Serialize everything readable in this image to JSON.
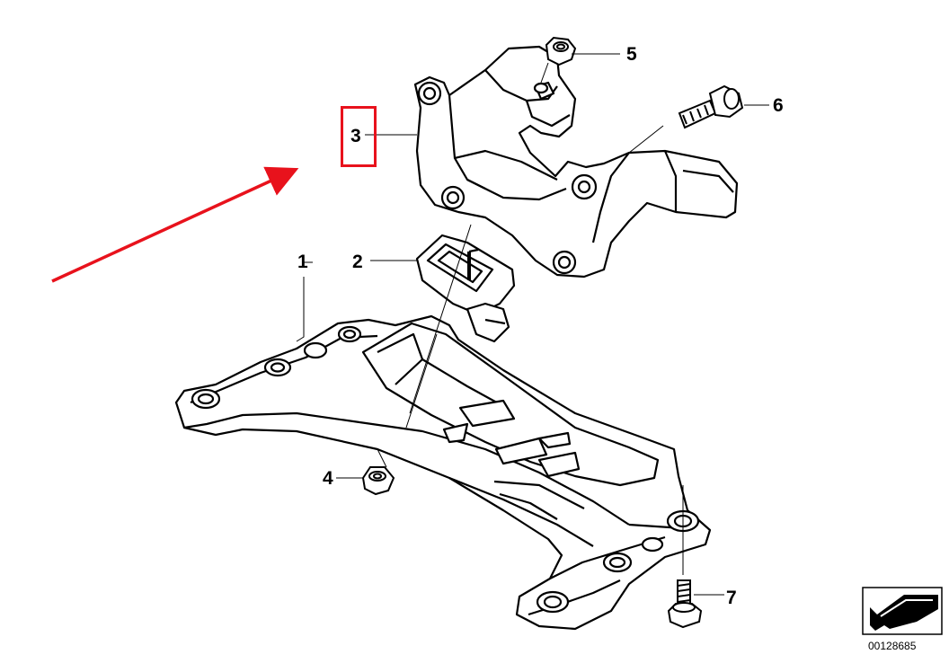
{
  "diagram": {
    "callouts": [
      {
        "id": "1",
        "label": "1"
      },
      {
        "id": "2",
        "label": "2"
      },
      {
        "id": "3",
        "label": "3"
      },
      {
        "id": "4",
        "label": "4"
      },
      {
        "id": "5",
        "label": "5"
      },
      {
        "id": "6",
        "label": "6"
      },
      {
        "id": "7",
        "label": "7"
      }
    ],
    "highlighted_callout": "3",
    "reference_code": "00128685"
  },
  "colors": {
    "highlight": "#e8121c",
    "arrow": "#e8121c",
    "line_art": "#000000",
    "background": "#ffffff"
  },
  "icons": {
    "reference_icon": "arrow-into-box-icon"
  }
}
